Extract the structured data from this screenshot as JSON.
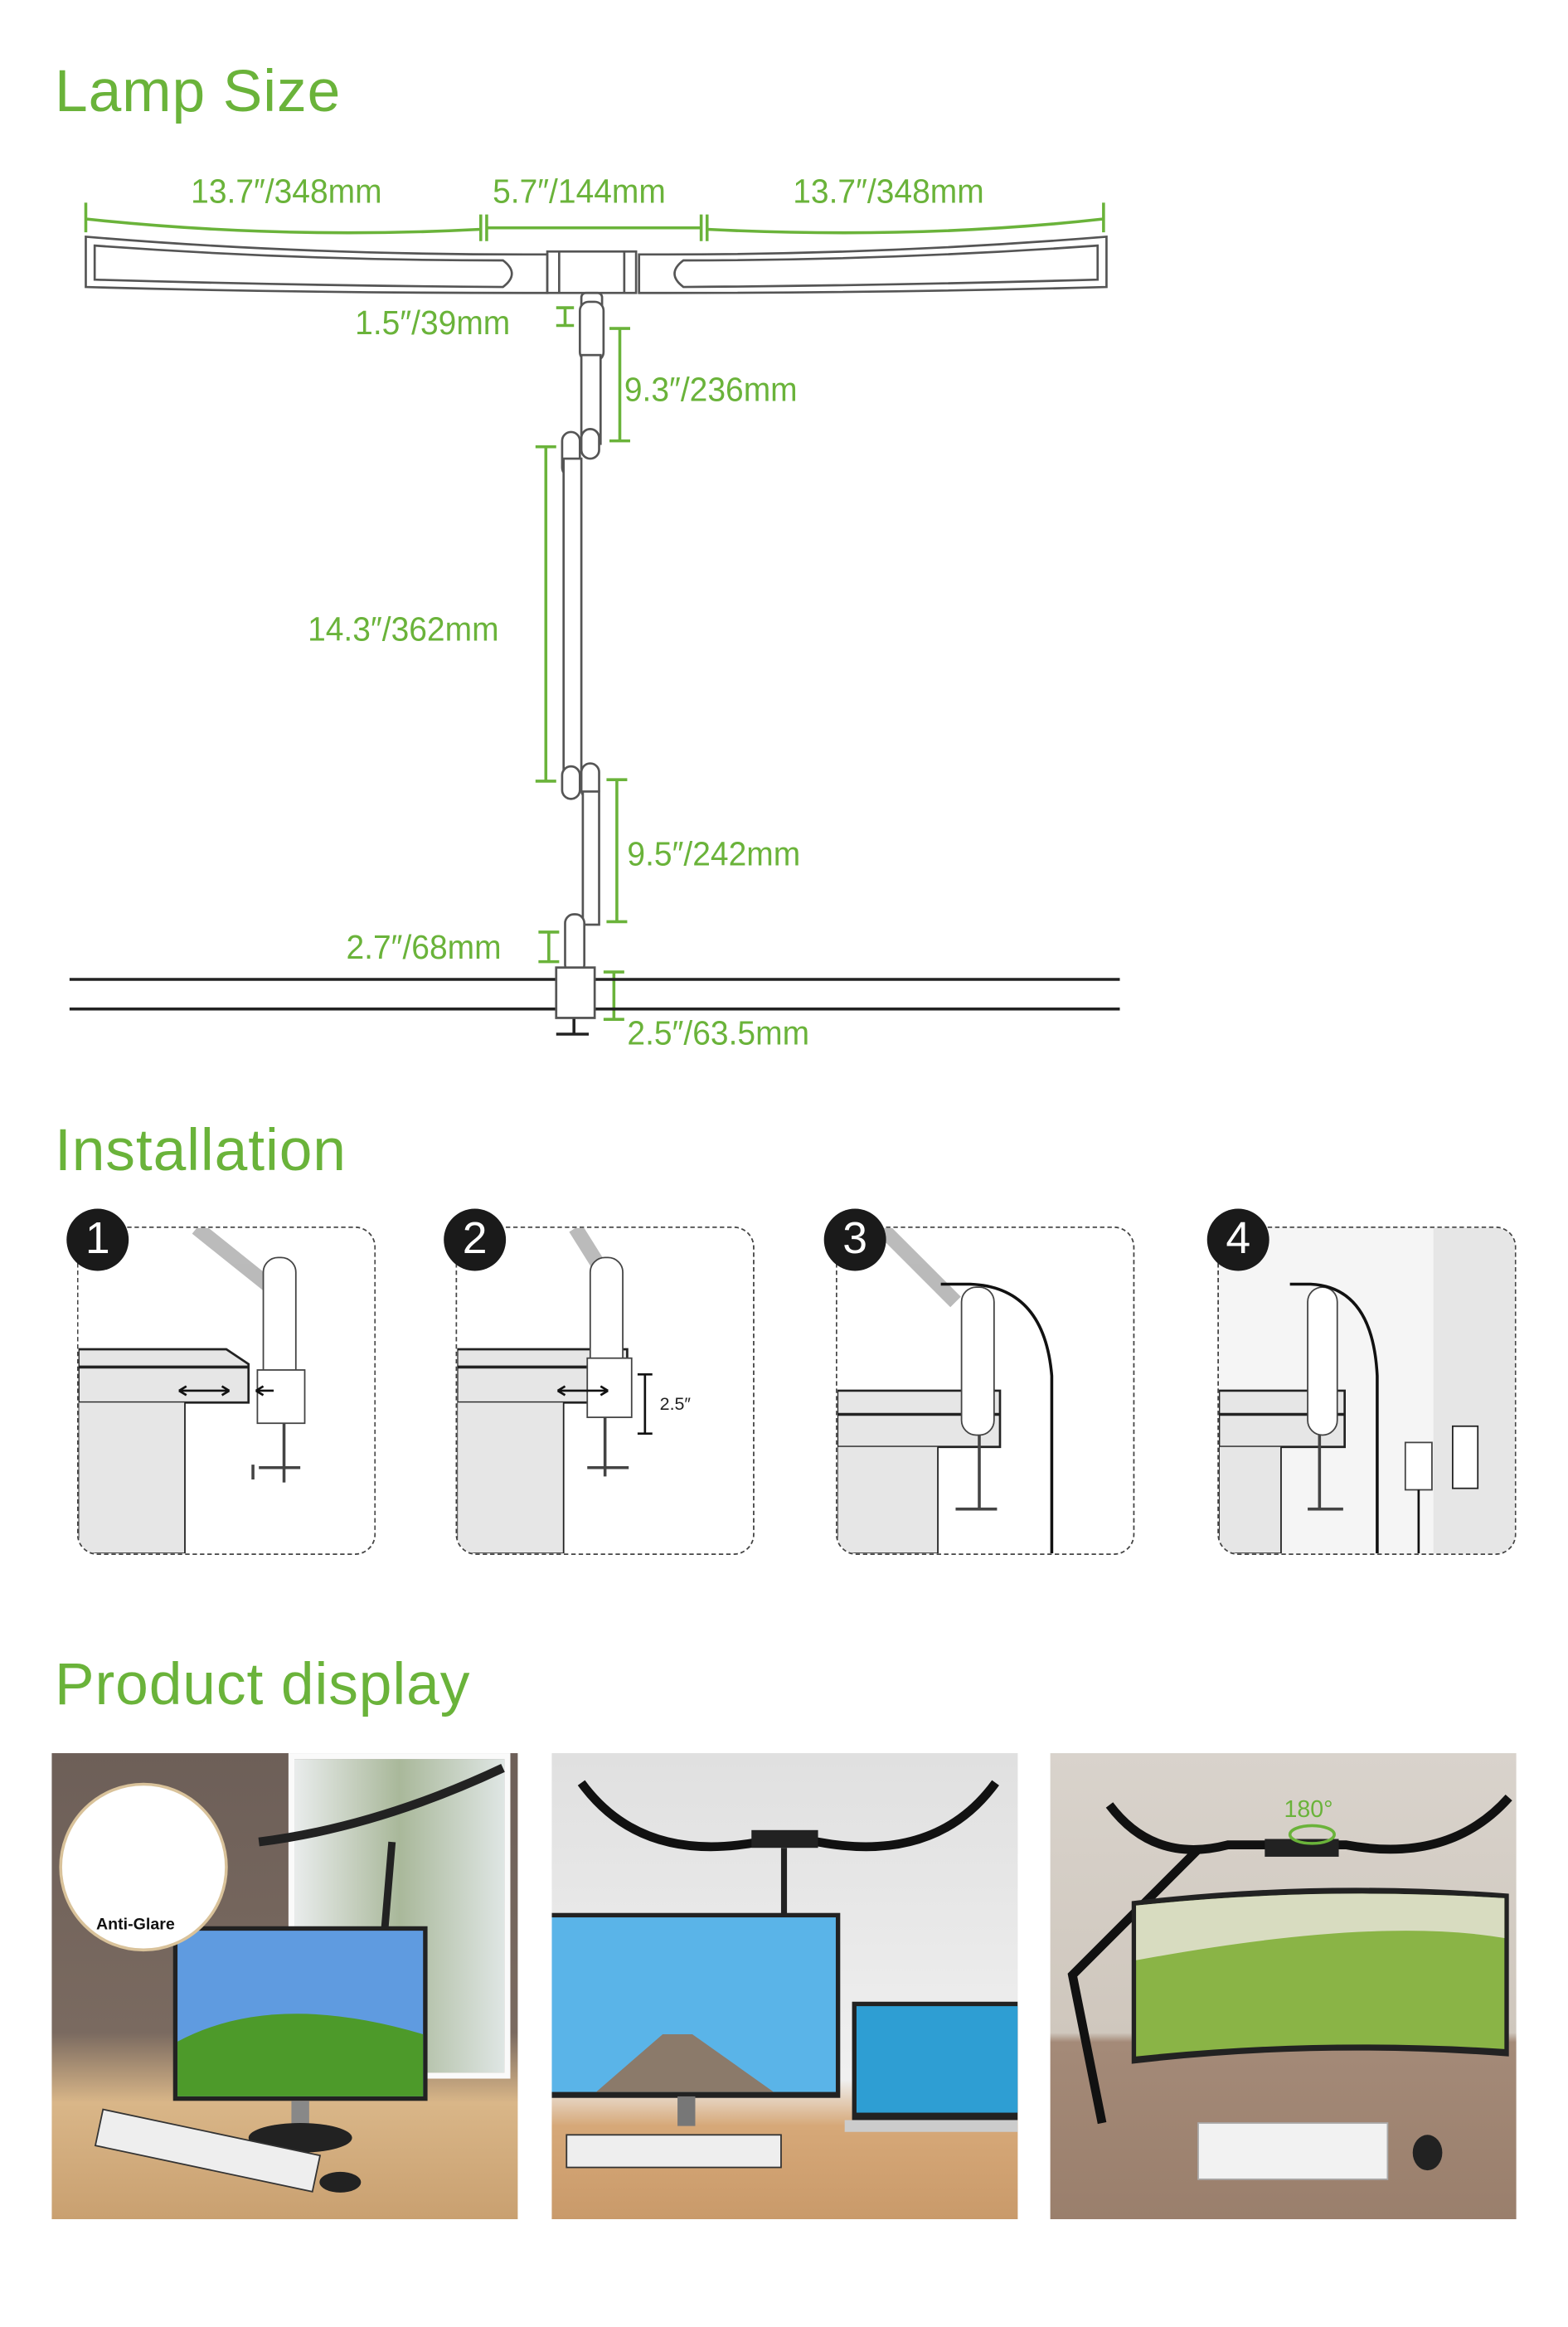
{
  "sections": {
    "lamp_size": {
      "title": "Lamp Size",
      "dimensions": {
        "left_arm": "13.7″/348mm",
        "center": "5.7″/144mm",
        "right_arm": "13.7″/348mm",
        "joint": "1.5″/39mm",
        "upper_arm": "9.3″/236mm",
        "middle_arm": "14.3″/362mm",
        "lower_arm": "9.5″/242mm",
        "base_post": "2.7″/68mm",
        "clamp": "2.5″/63.5mm"
      }
    },
    "installation": {
      "title": "Installation",
      "steps": [
        {
          "number": "1"
        },
        {
          "number": "2",
          "annotation": "2.5″"
        },
        {
          "number": "3"
        },
        {
          "number": "4"
        }
      ]
    },
    "product_display": {
      "title": "Product display",
      "photos": [
        {
          "badge": "Anti-Glare"
        },
        {},
        {
          "badge": "180°"
        }
      ]
    }
  },
  "colors": {
    "accent": "#6ab33a",
    "line": "#333333"
  }
}
